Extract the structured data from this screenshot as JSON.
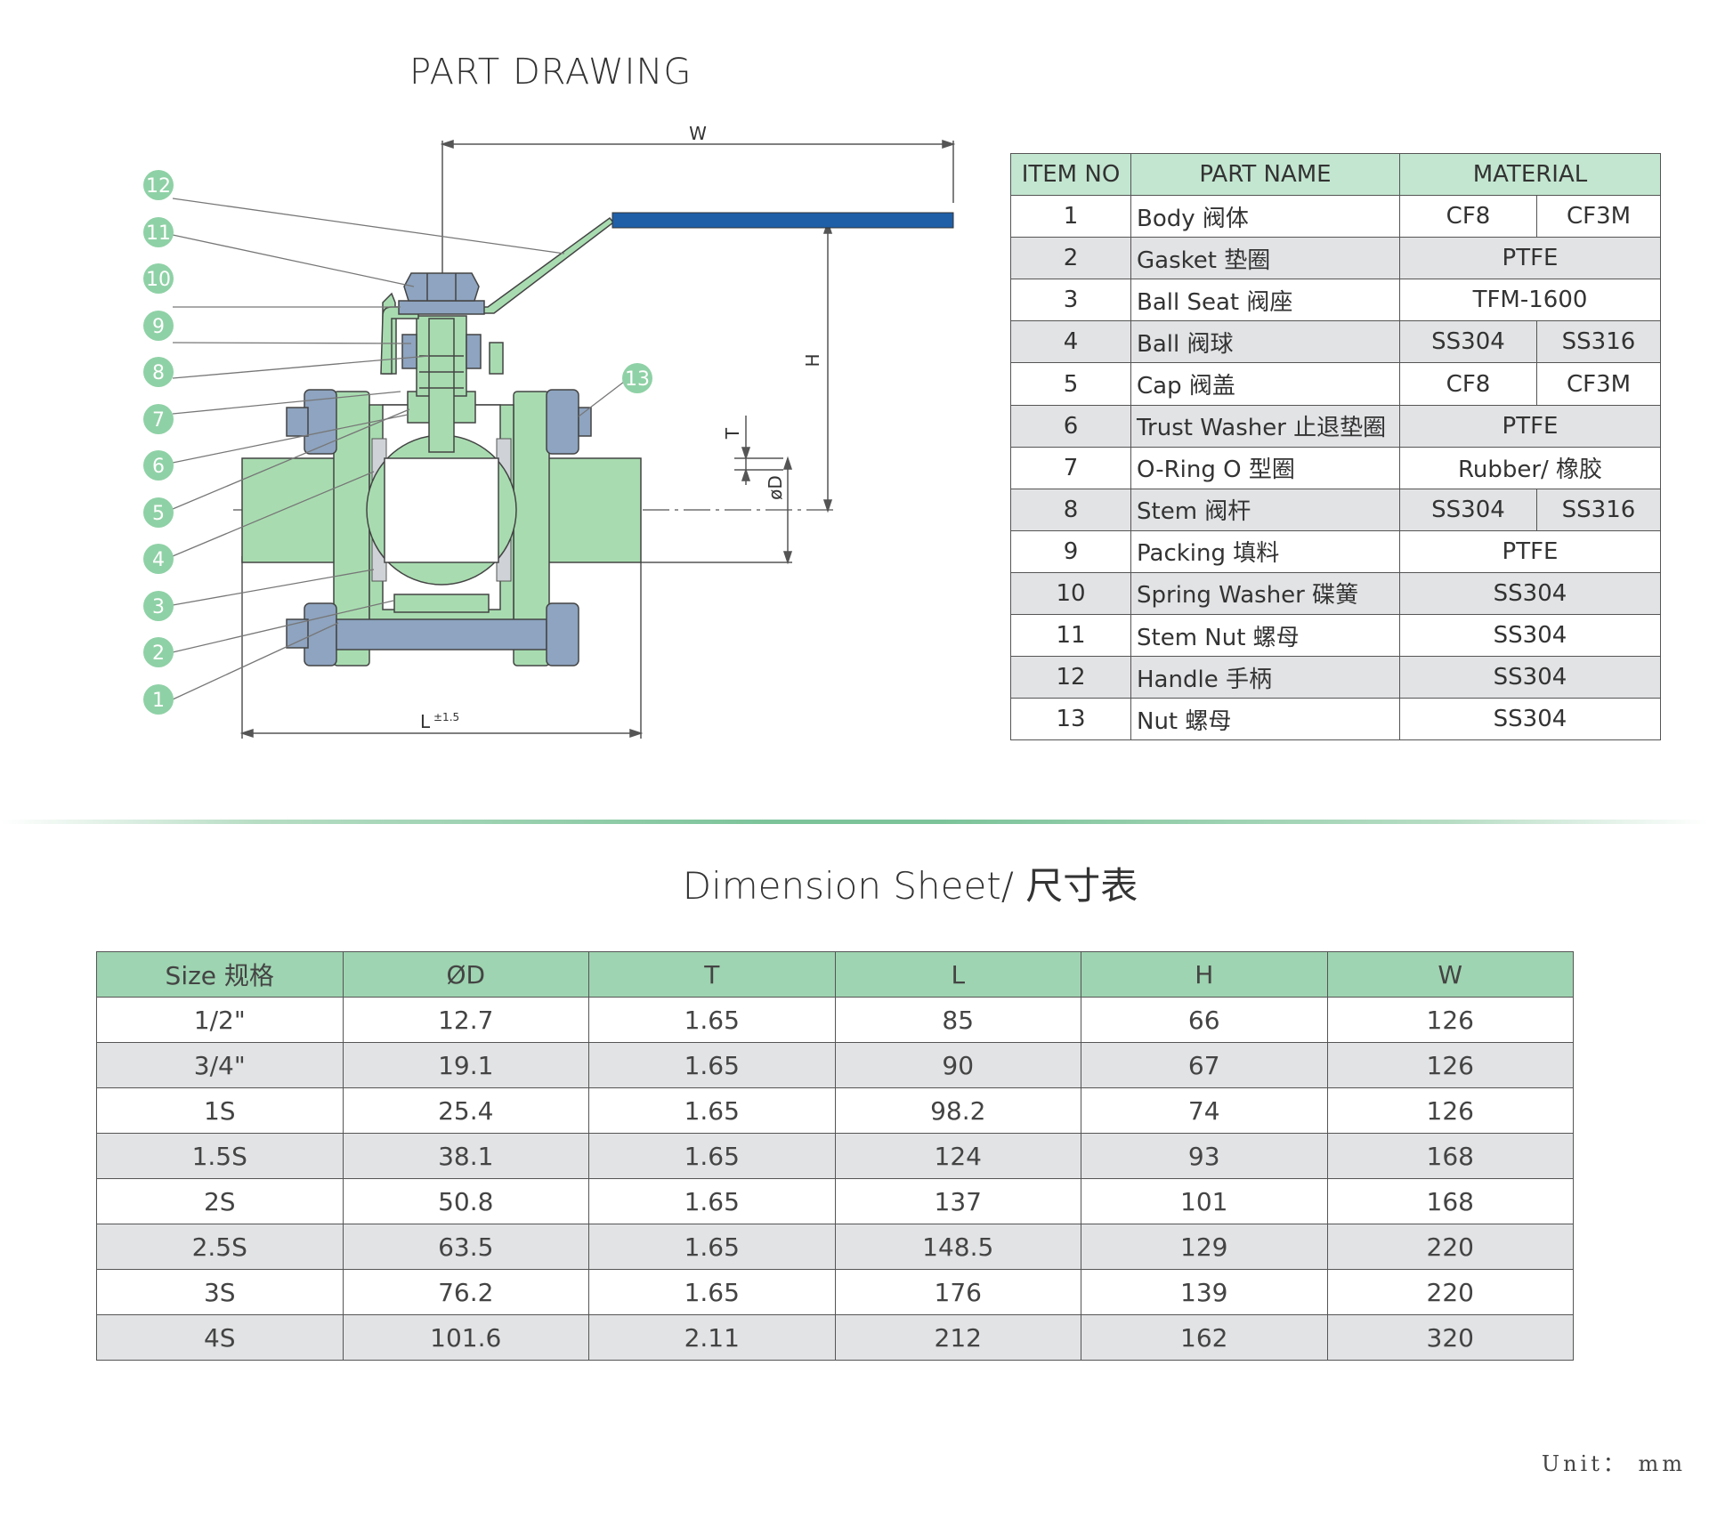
{
  "part_drawing": {
    "title": "PART DRAWING",
    "callouts": [
      "12",
      "11",
      "10",
      "9",
      "8",
      "7",
      "6",
      "5",
      "4",
      "3",
      "2",
      "1"
    ],
    "callout_13": "13",
    "dims": {
      "w": "W",
      "h": "H",
      "t": "T",
      "d": "øD",
      "l": "L",
      "l_tol": "±1.5"
    },
    "colors": {
      "body": "#a8dcb0",
      "bolt": "#8ea4c0",
      "handle": "#1e5fa8",
      "callout": "#8fd1a6"
    }
  },
  "parts_table": {
    "headers": {
      "item_no": "ITEM NO",
      "part_name": "PART NAME",
      "material": "MATERIAL"
    },
    "rows": [
      {
        "no": "1",
        "name": "Body 阀体",
        "mat_a": "CF8",
        "mat_b": "CF3M"
      },
      {
        "no": "2",
        "name": "Gasket 垫圈",
        "mat": "PTFE"
      },
      {
        "no": "3",
        "name": "Ball Seat 阀座",
        "mat": "TFM-1600"
      },
      {
        "no": "4",
        "name": "Ball 阀球",
        "mat_a": "SS304",
        "mat_b": "SS316"
      },
      {
        "no": "5",
        "name": "Cap 阀盖",
        "mat_a": "CF8",
        "mat_b": "CF3M"
      },
      {
        "no": "6",
        "name": "Trust Washer 止退垫圈",
        "mat": "PTFE"
      },
      {
        "no": "7",
        "name": "O-Ring O 型圈",
        "mat": "Rubber/ 橡胶"
      },
      {
        "no": "8",
        "name": "Stem 阀杆",
        "mat_a": "SS304",
        "mat_b": "SS316"
      },
      {
        "no": "9",
        "name": "Packing 填料",
        "mat": "PTFE"
      },
      {
        "no": "10",
        "name": "Spring Washer 碟簧",
        "mat": "SS304"
      },
      {
        "no": "11",
        "name": "Stem Nut 螺母",
        "mat": "SS304"
      },
      {
        "no": "12",
        "name": "Handle 手柄",
        "mat": "SS304"
      },
      {
        "no": "13",
        "name": "Nut 螺母",
        "mat": "SS304"
      }
    ]
  },
  "dimension_sheet": {
    "title": "Dimension Sheet/ 尺寸表",
    "headers": [
      "Size 规格",
      "ØD",
      "T",
      "L",
      "H",
      "W"
    ],
    "rows": [
      [
        "1/2\"",
        "12.7",
        "1.65",
        "85",
        "66",
        "126"
      ],
      [
        "3/4\"",
        "19.1",
        "1.65",
        "90",
        "67",
        "126"
      ],
      [
        "1S",
        "25.4",
        "1.65",
        "98.2",
        "74",
        "126"
      ],
      [
        "1.5S",
        "38.1",
        "1.65",
        "124",
        "93",
        "168"
      ],
      [
        "2S",
        "50.8",
        "1.65",
        "137",
        "101",
        "168"
      ],
      [
        "2.5S",
        "63.5",
        "1.65",
        "148.5",
        "129",
        "220"
      ],
      [
        "3S",
        "76.2",
        "1.65",
        "176",
        "139",
        "220"
      ],
      [
        "4S",
        "101.6",
        "2.11",
        "212",
        "162",
        "320"
      ]
    ],
    "unit": "Unit： mm"
  }
}
